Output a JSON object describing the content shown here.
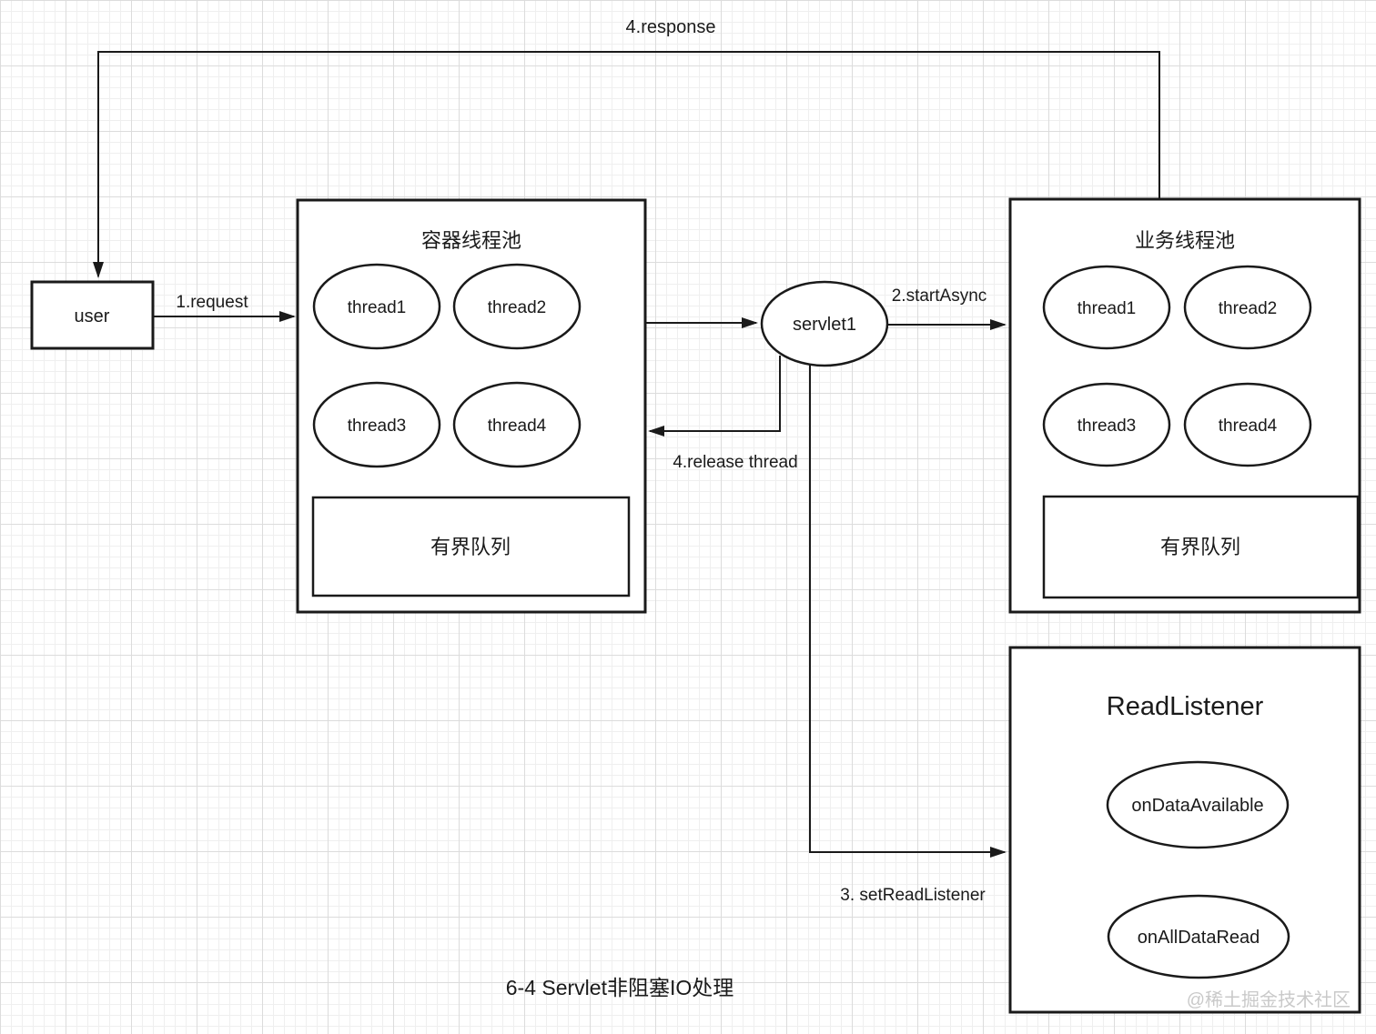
{
  "edges": {
    "response": {
      "label": "4.response"
    },
    "request": {
      "label": "1.request"
    },
    "start_async": {
      "label": "2.startAsync"
    },
    "release_thread": {
      "label": "4.release thread"
    },
    "set_read_listener": {
      "label": "3. setReadListener"
    }
  },
  "nodes": {
    "user": {
      "label": "user"
    },
    "servlet": {
      "label": "servlet1"
    }
  },
  "container_pool": {
    "title": "容器线程池",
    "threads": [
      "thread1",
      "thread2",
      "thread3",
      "thread4"
    ],
    "queue_label": "有界队列"
  },
  "business_pool": {
    "title": "业务线程池",
    "threads": [
      "thread1",
      "thread2",
      "thread3",
      "thread4"
    ],
    "queue_label": "有界队列"
  },
  "read_listener": {
    "title": "ReadListener",
    "methods": [
      "onDataAvailable",
      "onAllDataRead"
    ]
  },
  "caption": "6-4 Servlet非阻塞IO处理",
  "watermark": "@稀土掘金技术社区",
  "colors": {
    "stroke": "#1a1a1a",
    "text": "#1a1a1a",
    "watermark": "#c9c9c9",
    "background": "#ffffff",
    "grid_minor": "#efefef",
    "grid_major": "#dcdcdc"
  }
}
